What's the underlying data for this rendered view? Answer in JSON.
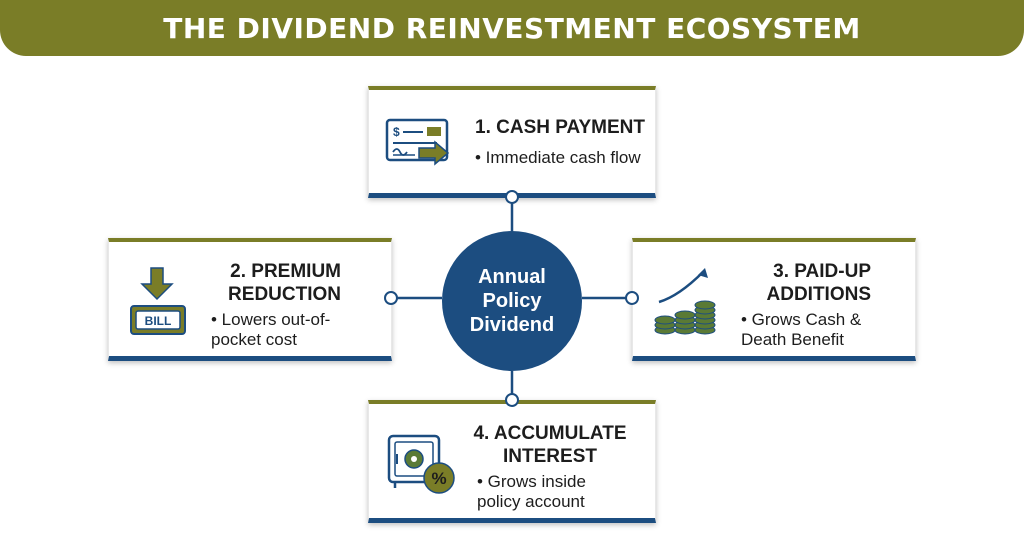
{
  "banner": {
    "title": "THE DIVIDEND REINVESTMENT ECOSYSTEM"
  },
  "hub": {
    "label": "Annual\nPolicy\nDividend"
  },
  "cards": {
    "cash_payment": {
      "title": "1. CASH PAYMENT",
      "bullet": "• Immediate cash flow",
      "icon": "check-with-arrow-icon"
    },
    "premium_reduction": {
      "title": "2. PREMIUM\nREDUCTION",
      "bullet": "• Lowers out-of-\npocket cost",
      "icon": "bill-down-arrow-icon",
      "icon_text": "BILL"
    },
    "paid_up_additions": {
      "title": "3. PAID-UP\nADDITIONS",
      "bullet": "• Grows Cash &\nDeath Benefit",
      "icon": "coin-stacks-growth-icon"
    },
    "accumulate_interest": {
      "title": "4. ACCUMULATE\nINTEREST",
      "bullet": "• Grows inside\npolicy account",
      "icon": "safe-percent-icon",
      "icon_text": "%"
    }
  },
  "colors": {
    "olive": "#7a7d27",
    "navy": "#1c4d80",
    "coin_green": "#5a7a35"
  }
}
